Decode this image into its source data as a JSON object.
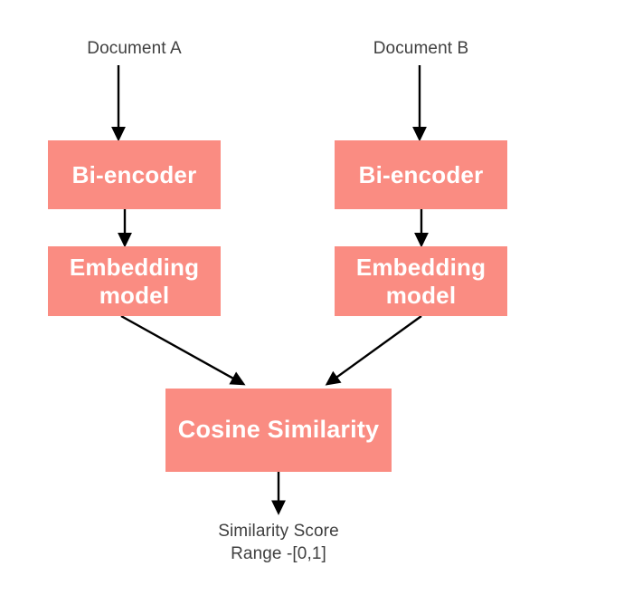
{
  "diagram": {
    "title": "Bi-encoder cosine similarity pipeline",
    "background_color": "#ffffff",
    "node_fill_color": "#FA8C82",
    "node_text_color": "#ffffff",
    "label_text_color": "#404040",
    "arrow_color": "#000000"
  },
  "labels": {
    "document_a": "Document A",
    "document_b": "Document B",
    "output_line1": "Similarity Score",
    "output_line2": "Range -[0,1]"
  },
  "nodes": {
    "bi_encoder_left": "Bi-encoder",
    "embedding_model_left": "Embedding\nmodel",
    "bi_encoder_right": "Bi-encoder",
    "embedding_model_right": "Embedding\nmodel",
    "cosine_similarity": "Cosine Similarity"
  },
  "edges": [
    {
      "name": "document-a-to-bi-encoder-left",
      "from": "Document A",
      "to": "Bi-encoder"
    },
    {
      "name": "bi-encoder-left-to-embedding-left",
      "from": "Bi-encoder",
      "to": "Embedding model"
    },
    {
      "name": "embedding-left-to-cosine",
      "from": "Embedding model",
      "to": "Cosine Similarity"
    },
    {
      "name": "document-b-to-bi-encoder-right",
      "from": "Document B",
      "to": "Bi-encoder"
    },
    {
      "name": "bi-encoder-right-to-embedding-right",
      "from": "Bi-encoder",
      "to": "Embedding model"
    },
    {
      "name": "embedding-right-to-cosine",
      "from": "Embedding model",
      "to": "Cosine Similarity"
    },
    {
      "name": "cosine-to-similarity-score",
      "from": "Cosine Similarity",
      "to": "Similarity Score Range -[0,1]"
    }
  ]
}
